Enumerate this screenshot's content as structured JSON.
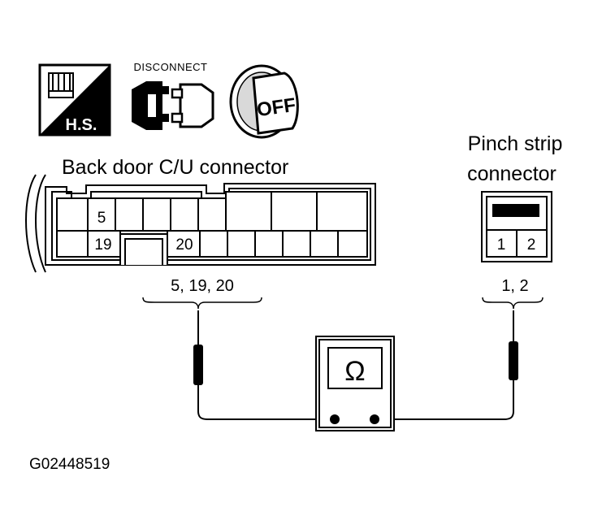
{
  "icons": {
    "harness_label": "H.S.",
    "disconnect_label": "DISCONNECT",
    "ignition_label": "OFF"
  },
  "back_door_connector": {
    "title": "Back door C/U connector",
    "pins": {
      "pin5": "5",
      "pin19": "19",
      "pin20": "20"
    },
    "probe_label": "5, 19, 20"
  },
  "pinch_strip_connector": {
    "title_line1": "Pinch strip",
    "title_line2": "connector",
    "pins": {
      "pin1": "1",
      "pin2": "2"
    },
    "probe_label": "1, 2"
  },
  "meter": {
    "symbol": "Ω"
  },
  "figure_id": "G02448519"
}
